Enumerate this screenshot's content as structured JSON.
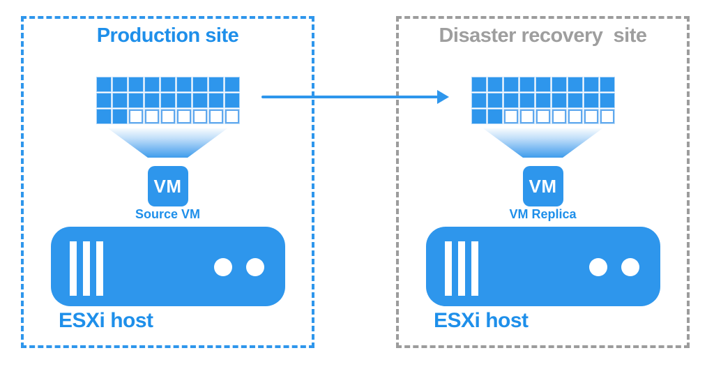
{
  "colors": {
    "accent_blue": "#2E96EC",
    "title_blue": "#1E8FEA",
    "gray_title": "#9E9E9E",
    "gray_border": "#9C9C9C",
    "empty_block_border": "#5FA8EE"
  },
  "arrow": {
    "direction": "left-to-right",
    "color": "#2E96EC"
  },
  "icons": {
    "vm_blocks_grid": "grid-of-squares",
    "funnel_beam": "gradient-trapezoid",
    "vm_icon": "rounded-square-VM",
    "server_icon": "rounded-rect-with-bars-and-leds",
    "replication_arrow": "right-arrow"
  },
  "sites": [
    {
      "title": "Production site",
      "title_color": "#1E8FEA",
      "border_color": "#2E96EC",
      "vm_box_label": "VM",
      "vm_caption": "Source VM",
      "host_label": "ESXi host",
      "blocks": {
        "filled_count": 20,
        "empty_count": 7,
        "rows": [
          [
            1,
            1,
            1,
            1,
            1,
            1,
            1,
            1,
            1
          ],
          [
            1,
            1,
            1,
            1,
            1,
            1,
            1,
            1,
            1
          ],
          [
            1,
            1,
            0,
            0,
            0,
            0,
            0,
            0,
            0
          ]
        ]
      }
    },
    {
      "title": "Disaster recovery  site",
      "title_color": "#9E9E9E",
      "border_color": "#9C9C9C",
      "vm_box_label": "VM",
      "vm_caption": "VM Replica",
      "host_label": "ESXi host",
      "blocks": {
        "filled_count": 20,
        "empty_count": 7,
        "rows": [
          [
            1,
            1,
            1,
            1,
            1,
            1,
            1,
            1,
            1
          ],
          [
            1,
            1,
            1,
            1,
            1,
            1,
            1,
            1,
            1
          ],
          [
            1,
            1,
            0,
            0,
            0,
            0,
            0,
            0,
            0
          ]
        ]
      }
    }
  ]
}
